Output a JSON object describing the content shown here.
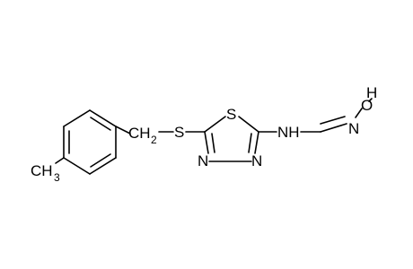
{
  "atoms": {
    "ch3": "CH",
    "ch3_sub": "3",
    "ch2": "CH",
    "ch2_sub": "2",
    "s_thioether": "S",
    "s_ring": "S",
    "n_ring_left": "N",
    "n_ring_right": "N",
    "nh": "NH",
    "n_oxime": "N",
    "o_oxime": "O",
    "h_oxime": "H"
  },
  "colors": {
    "bond": "#000000",
    "text": "#000000",
    "background": "#ffffff"
  }
}
